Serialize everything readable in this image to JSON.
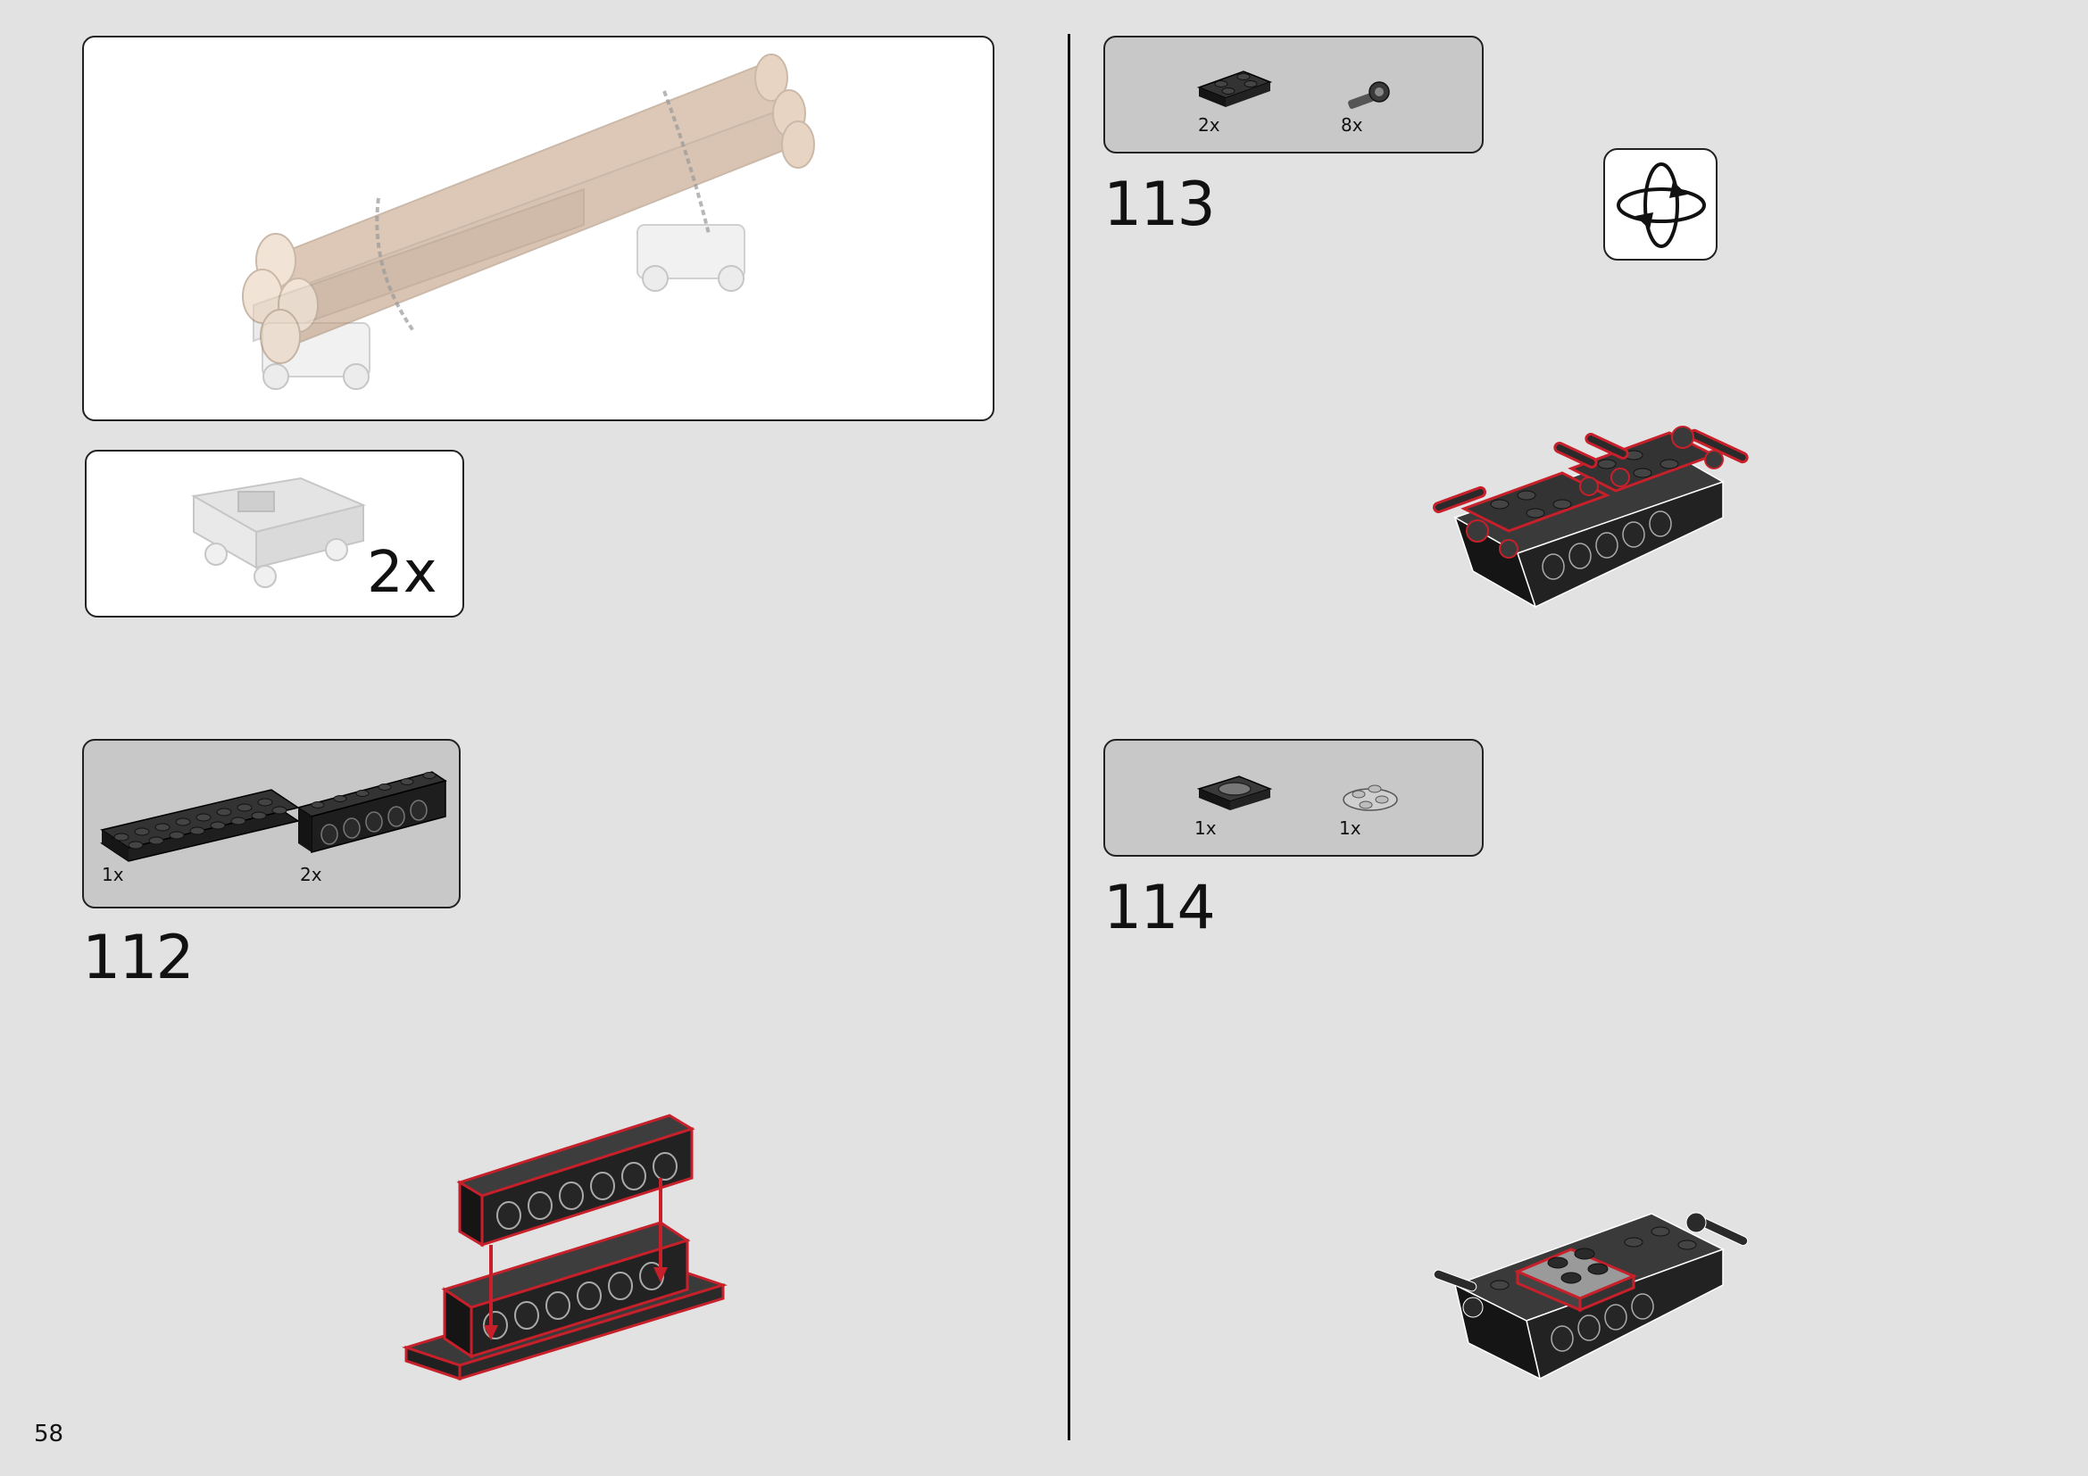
{
  "page_number": "58",
  "preview": {
    "multiplier": "2x"
  },
  "steps": [
    {
      "number": "112",
      "parts": [
        {
          "qty": "1x",
          "icon": "plate-2x8-black-icon"
        },
        {
          "qty": "2x",
          "icon": "technic-brick-1x6-black-icon"
        }
      ]
    },
    {
      "number": "113",
      "parts": [
        {
          "qty": "2x",
          "icon": "plate-2x2-black-icon"
        },
        {
          "qty": "8x",
          "icon": "bar-holder-clip-icon"
        }
      ]
    },
    {
      "number": "114",
      "parts": [
        {
          "qty": "1x",
          "icon": "turntable-plate-2x2-icon"
        },
        {
          "qty": "1x",
          "icon": "round-plate-2x2-icon"
        }
      ]
    }
  ],
  "colors": {
    "background": "#e2e2e2",
    "callout_grey": "#c8c8c8",
    "highlight_red": "#c8202a",
    "brick_black": "#2b2b2b"
  }
}
